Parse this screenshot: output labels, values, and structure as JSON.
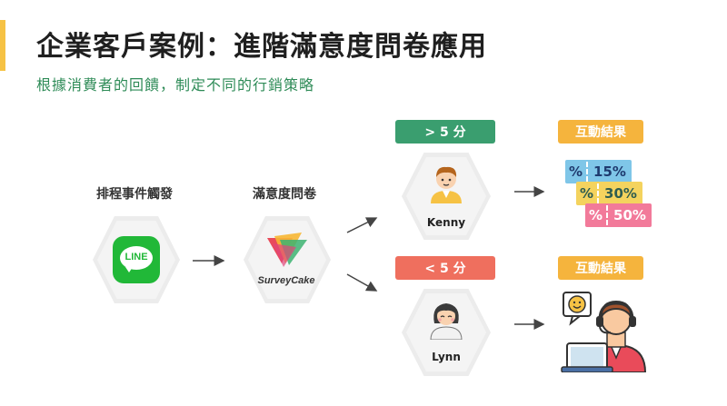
{
  "header": {
    "title": "企業客戶案例：進階滿意度問卷應用",
    "subtitle": "根據消費者的回饋，制定不同的行銷策略"
  },
  "flow": {
    "trigger": {
      "label": "排程事件觸發",
      "logo_text": "LINE"
    },
    "survey": {
      "label": "滿意度問卷",
      "logo_text": "SurveyCake"
    },
    "high_branch": {
      "condition": "> 5 分",
      "persona": "Kenny",
      "action": "互動結果"
    },
    "low_branch": {
      "condition": "< 5 分",
      "persona": "Lynn",
      "action": "互動結果"
    }
  },
  "coupons": [
    {
      "pct": "%",
      "value": "15%"
    },
    {
      "pct": "%",
      "value": "30%"
    },
    {
      "pct": "%",
      "value": "50%"
    }
  ],
  "colors": {
    "accent": "#f6c244",
    "subtitle": "#2e8b57",
    "high_chip": "#3a9e6f",
    "low_chip": "#ef6f5e",
    "action_pill": "#f5b43d",
    "coupon_blue": "#7fc6e8",
    "coupon_yellow": "#f4d35e",
    "coupon_pink": "#f27a9a"
  }
}
